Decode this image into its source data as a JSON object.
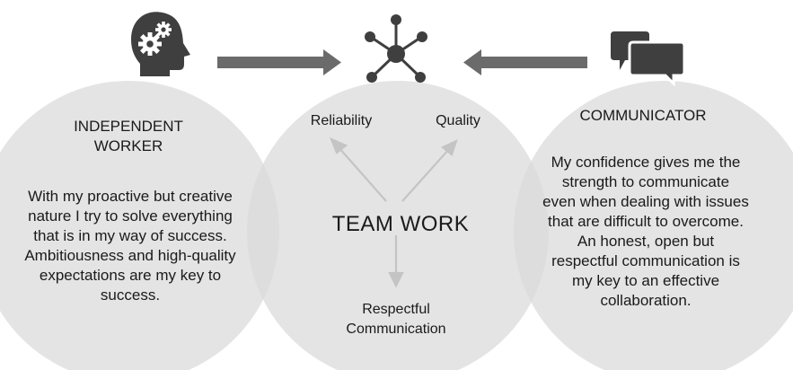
{
  "colors": {
    "circle_fill": "#d9d9d9",
    "icon_dark": "#3f3f3f",
    "arrow_gray": "#6b6b6b",
    "inner_arrow": "#c4c4c4"
  },
  "icons": {
    "left": "head-with-gears-icon",
    "center": "network-hub-icon",
    "right": "chat-bubbles-icon"
  },
  "left_circle": {
    "title_line1": "INDEPENDENT",
    "title_line2": "WORKER",
    "body": [
      "With my proactive but creative",
      "nature I try to solve everything",
      "that is in my way of success.",
      "Ambitiousness and high-quality",
      "expectations are my key to",
      "success."
    ]
  },
  "center_circle": {
    "title": "TEAM WORK",
    "branch_left": "Reliability",
    "branch_right": "Quality",
    "branch_bottom_line1": "Respectful",
    "branch_bottom_line2": "Communication"
  },
  "right_circle": {
    "title": "COMMUNICATOR",
    "body": [
      "My confidence gives me the",
      "strength to communicate",
      "even when dealing with issues",
      "that are difficult to overcome.",
      "An honest, open but",
      "respectful communication is",
      "my key to an effective",
      "collaboration."
    ]
  }
}
